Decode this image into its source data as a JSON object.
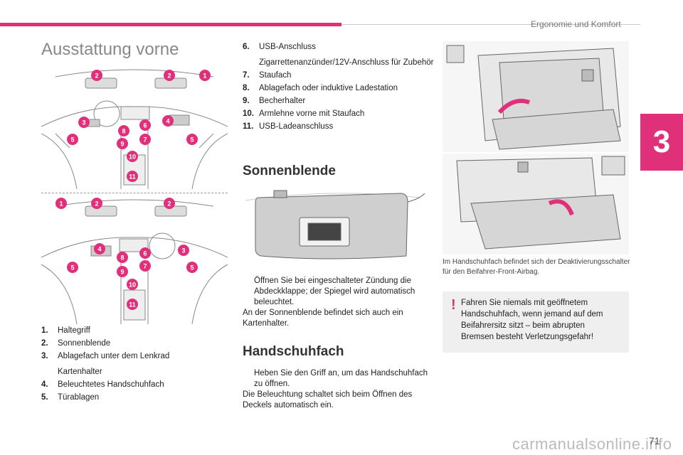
{
  "header": {
    "section": "Ergonomie und Komfort",
    "chapter": "3",
    "page": "71"
  },
  "watermark": "carmanualsonline.info",
  "title": "Ausstattung vorne",
  "legend": [
    {
      "num": "1.",
      "text": "Haltegriff"
    },
    {
      "num": "2.",
      "text": "Sonnenblende"
    },
    {
      "num": "3.",
      "text": "Ablagefach unter dem Lenkrad",
      "cont": "Kartenhalter"
    },
    {
      "num": "4.",
      "text": "Beleuchtetes Handschuhfach"
    },
    {
      "num": "5.",
      "text": "Türablagen"
    },
    {
      "num": "6.",
      "text": "USB-Anschluss",
      "cont": "Zigarrettenanzünder/12V-Anschluss für Zubehör"
    },
    {
      "num": "7.",
      "text": "Staufach"
    },
    {
      "num": "8.",
      "text": "Ablagefach oder induktive Ladestation"
    },
    {
      "num": "9.",
      "text": "Becherhalter"
    },
    {
      "num": "10.",
      "text": "Armlehne vorne mit Staufach"
    },
    {
      "num": "11.",
      "text": "USB-Ladeanschluss"
    }
  ],
  "sonnenblende": {
    "heading": "Sonnenblende",
    "bullet_sym": "",
    "bullet": "Öffnen Sie bei eingeschalteter Zündung die Abdeckklappe; der Spiegel wird automatisch beleuchtet.",
    "text": "An der Sonnenblende befindet sich auch ein Kartenhalter."
  },
  "handschuhfach": {
    "heading": "Handschuhfach",
    "bullet_sym": "",
    "bullet": "Heben Sie den Griff an, um das Handschuhfach zu öffnen.",
    "text": "Die Beleuchtung schaltet sich beim Öffnen des Deckels automatisch ein."
  },
  "caption": "Im Handschuhfach befindet sich der Deaktivierungsschalter für den Beifahrer-Front-Airbag.",
  "warning": {
    "mark": "!",
    "text": "Fahren Sie niemals mit geöffnetem Handschuhfach, wenn jemand auf dem Beifahrersitz sitzt – beim abrupten Bremsen besteht Verletzungsgefahr!"
  },
  "callouts_lhd": [
    "1",
    "2",
    "2",
    "3",
    "4",
    "5",
    "5",
    "6",
    "7",
    "8",
    "9",
    "10",
    "11"
  ],
  "callouts_rhd": [
    "1",
    "2",
    "2",
    "3",
    "4",
    "5",
    "5",
    "6",
    "7",
    "8",
    "9",
    "10",
    "11"
  ],
  "colors": {
    "accent": "#e0307a",
    "warning_bg": "#efefef"
  }
}
